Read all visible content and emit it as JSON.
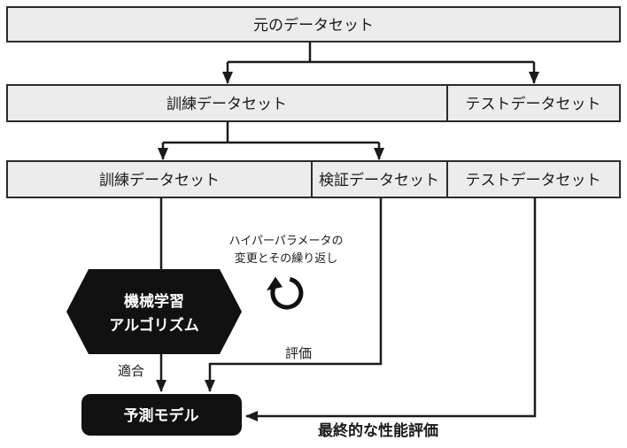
{
  "diagram": {
    "title_hint": "dataset-split-holdout-flowchart",
    "colors": {
      "background": "#ffffff",
      "box_fill": "#ececec",
      "box_border": "#2b2b2b",
      "line": "#1a1a1a",
      "solid_node_fill": "#111111",
      "text": "#1a1a1a",
      "inverse_text": "#ffffff"
    },
    "rows": {
      "original": {
        "label": "元のデータセット"
      },
      "split1": {
        "train": "訓練データセット",
        "test": "テストデータセット"
      },
      "split2": {
        "train": "訓練データセット",
        "validation": "検証データセット",
        "test": "テストデータセット"
      }
    },
    "nodes": {
      "algorithm": {
        "line1": "機械学習",
        "line2": "アルゴリズム"
      },
      "model": {
        "label": "予測モデル"
      }
    },
    "annotations": {
      "hyperparameter_line1": "ハイパーパラメータの",
      "hyperparameter_line2": "変更とその繰り返し",
      "fit": "適合",
      "evaluate": "評価",
      "final_evaluation": "最終的な性能評価"
    },
    "icons": {
      "loop": "repeat-cycle-arrow"
    }
  }
}
